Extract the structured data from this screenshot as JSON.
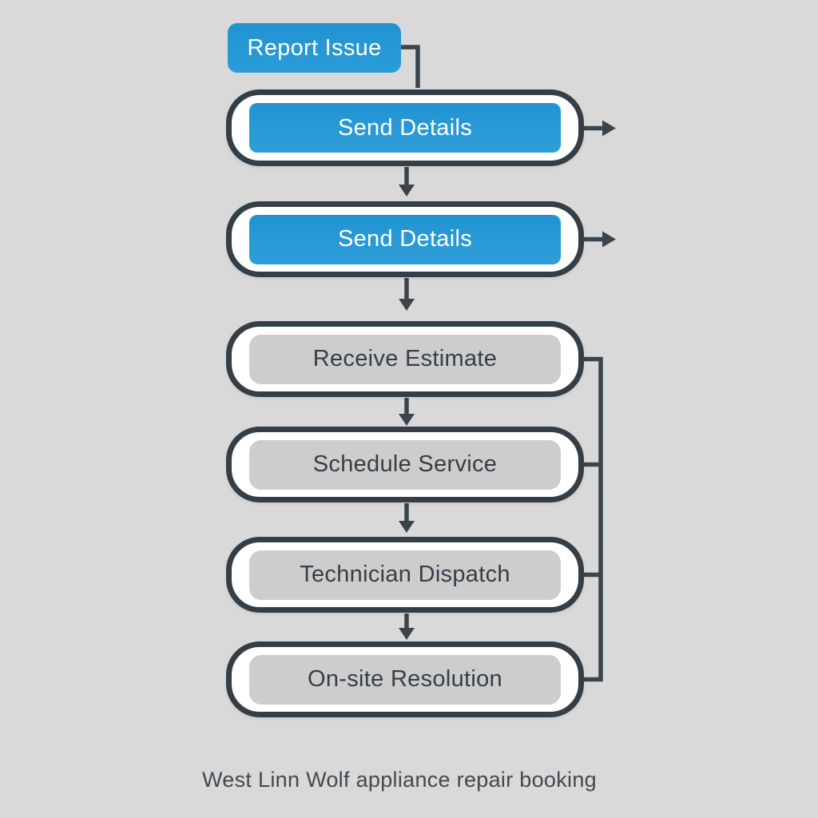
{
  "flowchart": {
    "start_node": {
      "label": "Report Issue",
      "style": "primary"
    },
    "nodes": [
      {
        "label": "Send Details",
        "style": "primary"
      },
      {
        "label": "Send Details",
        "style": "primary"
      },
      {
        "label": "Receive Estimate",
        "style": "secondary"
      },
      {
        "label": "Schedule Service",
        "style": "secondary"
      },
      {
        "label": "Technician Dispatch",
        "style": "secondary"
      },
      {
        "label": "On-site Resolution",
        "style": "secondary"
      }
    ],
    "colors": {
      "primary_fill": "#2497d5",
      "secondary_fill": "#cdcdcd",
      "container_fill": "#ffffff",
      "outline": "#333e46",
      "connector": "#3a444d",
      "primary_text": "#ffffff",
      "secondary_text": "#343f49",
      "background": "#d9d9d9",
      "caption_text": "#414a52"
    }
  },
  "caption": "West Linn Wolf appliance repair booking"
}
